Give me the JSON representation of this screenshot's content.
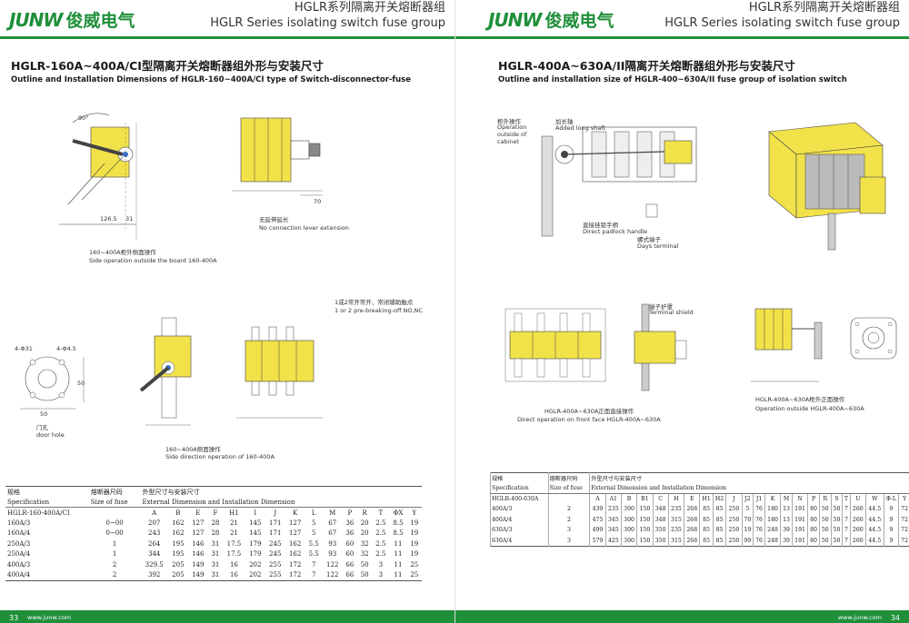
{
  "brand": {
    "mark": "JUNW",
    "name_cn": "俊威电气"
  },
  "header": {
    "title_cn": "HGLR系列隔离开关熔断器组",
    "title_en": "HGLR Series isolating switch fuse group"
  },
  "left": {
    "title_cn": "HGLR-160A~400A/CI型隔离开关熔断器组外形与安装尺寸",
    "title_en": "Outline and Installation Dimensions of HGLR-160~400A/CI type of Switch-disconnector-fuse",
    "captions": {
      "top_cn": "160~400A柜外侧面操作",
      "top_en": "Side operation outside the board 160-400A",
      "ext_cn": "无延伸延长",
      "ext_en": "No connection lever extension",
      "door_cn": "门孔",
      "door_en": "door hole",
      "mid_cn": "160~400A侧面操作",
      "mid_en": "Side direction operation of 160-400A",
      "aux_cn": "1或2常开常开、常闭辅助触点",
      "aux_en": "1 or 2 pre-breaking-off NO,NC"
    },
    "dims": {
      "angle": "90°",
      "d1": "126.5",
      "d2": "31",
      "d3": "70",
      "hole1": "4-Φ31",
      "hole2": "4-Φ4.5",
      "d4": "50",
      "d5": "50"
    },
    "table": {
      "h_spec_cn": "规格",
      "h_spec_en": "Specification",
      "h_fuse_cn": "熔断器尺码",
      "h_fuse_en": "Size of fuse",
      "h_dim_cn": "外型尺寸与安装尺寸",
      "h_dim_en": "External Dimension and Installation Dimension",
      "model": "HGLR-160-400A/CI",
      "cols": [
        "A",
        "B",
        "E",
        "F",
        "H1",
        "I",
        "J",
        "K",
        "L",
        "M",
        "P",
        "R",
        "T",
        "ΦX",
        "Y"
      ],
      "rows": [
        [
          "160A/3",
          "0~00",
          "207",
          "162",
          "127",
          "28",
          "21",
          "145",
          "171",
          "127",
          "5",
          "67",
          "36",
          "20",
          "2.5",
          "8.5",
          "19"
        ],
        [
          "160A/4",
          "0~00",
          "243",
          "162",
          "127",
          "28",
          "21",
          "145",
          "171",
          "127",
          "5",
          "67",
          "36",
          "20",
          "2.5",
          "8.5",
          "19"
        ],
        [
          "250A/3",
          "1",
          "264",
          "195",
          "146",
          "31",
          "17.5",
          "179",
          "245",
          "162",
          "5.5",
          "93",
          "60",
          "32",
          "2.5",
          "11",
          "19"
        ],
        [
          "250A/4",
          "1",
          "344",
          "195",
          "146",
          "31",
          "17.5",
          "179",
          "245",
          "162",
          "5.5",
          "93",
          "60",
          "32",
          "2.5",
          "11",
          "19"
        ],
        [
          "400A/3",
          "2",
          "329.5",
          "205",
          "149",
          "31",
          "16",
          "202",
          "255",
          "172",
          "7",
          "122",
          "66",
          "50",
          "3",
          "11",
          "25"
        ],
        [
          "400A/4",
          "2",
          "392",
          "205",
          "149",
          "31",
          "16",
          "202",
          "255",
          "172",
          "7",
          "122",
          "66",
          "50",
          "3",
          "11",
          "25"
        ]
      ]
    },
    "page_no": "33",
    "site": "www.junw.com"
  },
  "right": {
    "title_cn": "HGLR-400A~630A/II隔离开关熔断器组外形与安装尺寸",
    "title_en": "Outline and installation size of HGLR-400~630A/II fuse group of isolation switch",
    "captions": {
      "op_cn": "柜外操作",
      "op_en": "Operation outside of cabinet",
      "shaft_cn": "加长轴",
      "shaft_en": "Added long shaft",
      "pad_cn": "直接挂锁手柄",
      "pad_en": "Direct padlock handle",
      "term_cn": "螺式端子",
      "term_en": "Days terminal",
      "shield_cn": "端子护罩",
      "shield_en": "Terminal shield",
      "front_cn": "HGLR-400A~630A正面直接操作",
      "front_en": "Direct operation on front face HGLR-400A~630A",
      "out_cn": "HGLR-400A~630A柜外正面操作",
      "out_en": "Operation outside HGLR-400A~630A"
    },
    "table": {
      "h_spec_cn": "规格",
      "h_spec_en": "Specification",
      "h_fuse_cn": "熔断器尺码",
      "h_fuse_en": "Size of fuse",
      "h_dim_cn": "外型尺寸与安装尺寸",
      "h_dim_en": "External Dimension and Installation Dimension",
      "model": "HGLR-400-630A",
      "cols": [
        "A",
        "A1",
        "B",
        "B1",
        "C",
        "H",
        "E",
        "H1",
        "H2",
        "J",
        "J2",
        "J1",
        "K",
        "M",
        "N",
        "P",
        "R",
        "S",
        "T",
        "U",
        "W",
        "Φ-L",
        "Y"
      ],
      "rows": [
        [
          "400A/3",
          "2",
          "439",
          "235",
          "300",
          "150",
          "348",
          "235",
          "268",
          "85",
          "85",
          "250",
          "5",
          "76",
          "180",
          "13",
          "191",
          "80",
          "50",
          "50",
          "7",
          "260",
          "44.5",
          "9",
          "72"
        ],
        [
          "400A/4",
          "2",
          "475",
          "345",
          "300",
          "150",
          "348",
          "315",
          "268",
          "85",
          "85",
          "250",
          "70",
          "76",
          "180",
          "13",
          "191",
          "80",
          "50",
          "50",
          "7",
          "260",
          "44.5",
          "9",
          "72"
        ],
        [
          "630A/3",
          "3",
          "499",
          "345",
          "300",
          "150",
          "350",
          "235",
          "268",
          "85",
          "85",
          "250",
          "19",
          "76",
          "248",
          "39",
          "191",
          "80",
          "50",
          "50",
          "7",
          "260",
          "44.5",
          "9",
          "72"
        ],
        [
          "630A/4",
          "3",
          "579",
          "425",
          "300",
          "150",
          "350",
          "315",
          "268",
          "85",
          "85",
          "250",
          "99",
          "76",
          "248",
          "39",
          "191",
          "80",
          "50",
          "50",
          "7",
          "260",
          "44.5",
          "9",
          "72"
        ]
      ]
    },
    "page_no": "34",
    "site": "www.junw.com"
  },
  "colors": {
    "brand": "#1f8f3a",
    "part": "#f2e24a",
    "line": "#444444"
  }
}
